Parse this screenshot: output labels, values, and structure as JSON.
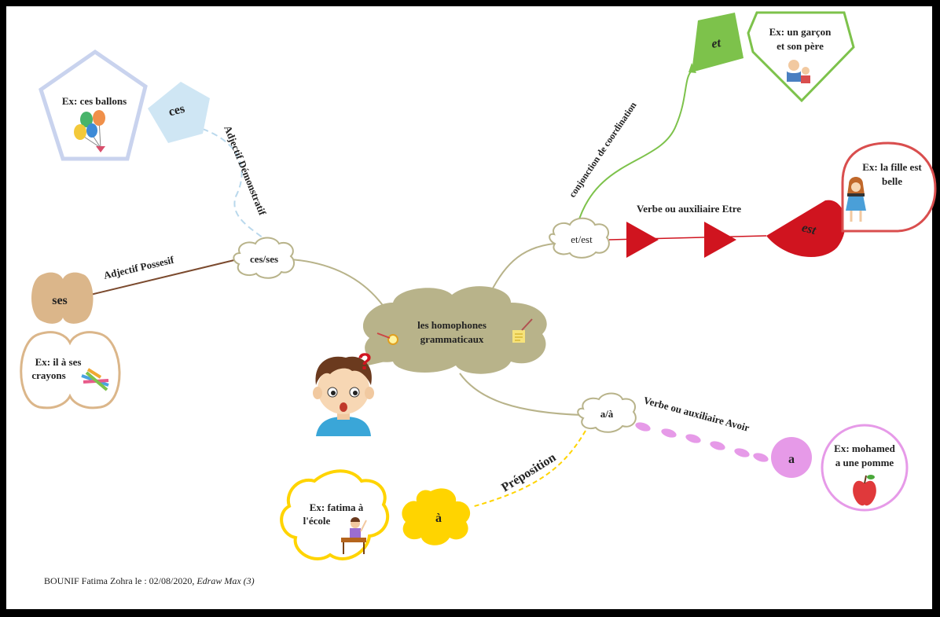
{
  "center": {
    "line1": "les homophones",
    "line2": "grammaticaux"
  },
  "branches": {
    "ces_ses": {
      "hub": "ces/ses",
      "ces": {
        "label": "Adjectif Démonstratif",
        "word": "ces",
        "example": "Ex: ces ballons",
        "icon": "balloons-icon"
      },
      "ses": {
        "label": "Adjectif Possesif",
        "word": "ses",
        "example_line1": "Ex: il à ses",
        "example_line2": "crayons",
        "icon": "pencils-icon"
      }
    },
    "et_est": {
      "hub": "et/est",
      "et": {
        "label": "conjonction de coordination",
        "word": "et",
        "example_line1": "Ex: un garçon",
        "example_line2": "et son père",
        "icon": "father-son-icon"
      },
      "est": {
        "label": "Verbe ou auxiliaire Etre",
        "word": "est",
        "example_line1": "Ex: la fille est",
        "example_line2": "belle",
        "icon": "girl-icon"
      }
    },
    "a_a": {
      "hub": "a/à",
      "a": {
        "label": "Verbe ou auxiliaire Avoir",
        "word": "a",
        "example_line1": "Ex: mohamed",
        "example_line2": "a une pomme",
        "icon": "apple-icon"
      },
      "a_accent": {
        "label": "Préposition",
        "word": "à",
        "example_line1": "Ex: fatima à",
        "example_line2": "l'école",
        "icon": "student-desk-icon"
      }
    }
  },
  "footer": {
    "text": "BOUNIF Fatima Zohra le : 02/08/2020, ",
    "italic": "Edraw Max (3)"
  },
  "colors": {
    "center": "#b8b38a",
    "ces": "#cfe6f4",
    "ces_outline": "#c9d3ee",
    "ses": "#dbb68a",
    "et": "#7dc24b",
    "est": "#d0141f",
    "a": "#e69ae8",
    "a_accent": "#ffd400"
  }
}
